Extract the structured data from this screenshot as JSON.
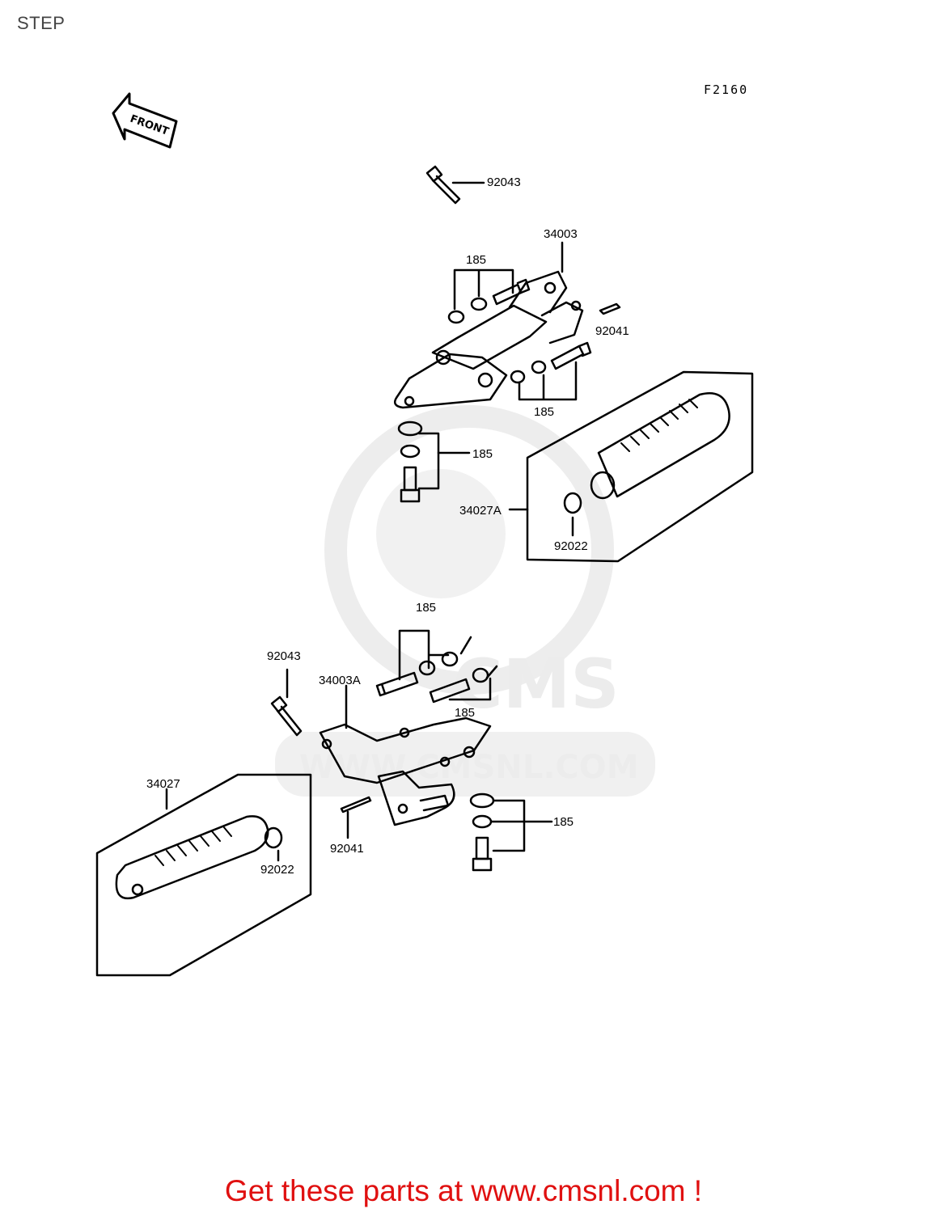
{
  "page": {
    "title": "STEP",
    "diagram_code": "F2160",
    "front_arrow_label": "FRONT",
    "footer": "Get these parts at www.cmsnl.com !",
    "watermark_main": "CMS",
    "watermark_url": "WWW.CMSNL.COM"
  },
  "callouts": {
    "c92043_top": "92043",
    "c34003": "34003",
    "c185_a": "185",
    "c92041_top": "92041",
    "c185_b": "185",
    "c185_c": "185",
    "c34027A": "34027A",
    "c92022_top": "92022",
    "c185_d": "185",
    "c92043_bot": "92043",
    "c34003A": "34003A",
    "c185_e": "185",
    "c34027": "34027",
    "c185_f": "185",
    "c92041_bot": "92041",
    "c92022_bot": "92022"
  },
  "colors": {
    "line": "#000000",
    "footer_text": "#e01010",
    "watermark": "#ececec"
  }
}
